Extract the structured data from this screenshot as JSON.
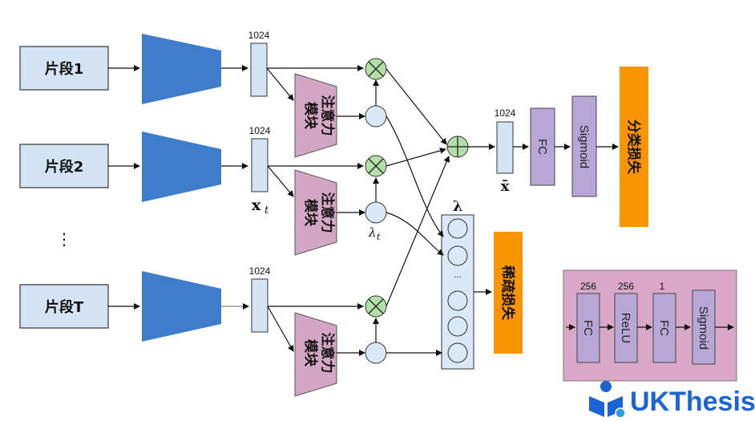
{
  "segments": [
    "片段1",
    "片段2",
    "片段T"
  ],
  "ellipsis": "⋮",
  "feature_dims": [
    "1024",
    "1024",
    "1024"
  ],
  "x_t_label": "x",
  "x_t_sub": "t",
  "attention_label_line1": "注意力",
  "attention_label_line2": "模块",
  "lambda_t_label": "λ",
  "lambda_t_sub": "t",
  "lambda_vector_label": "λ",
  "lambda_dots": "···",
  "pooled_dim": "1024",
  "pooled_label": "x̄",
  "classifier": {
    "fc": "FC",
    "sigmoid": "Sigmoid",
    "loss": "分类损失"
  },
  "sparsity_loss": "稀疏损失",
  "attention_detail": {
    "dims": [
      "256",
      "256",
      "1"
    ],
    "layers": [
      "FC",
      "ReLU",
      "FC",
      "Sigmoid"
    ]
  },
  "watermark": "UKThesis",
  "colors": {
    "segment_fill": "#d4e4f5",
    "encoder_fill": "#3d7dc9",
    "feature_fill": "#d4e4f5",
    "attention_fill": "#d3a7c4",
    "circle_fill": "#d9e9f7",
    "op_fill": "#b4dfa6",
    "fc_fill": "#b7a7d6",
    "loss_fill": "#f99500",
    "detail_bg": "#d9a8c6",
    "brand": "#1a64d6"
  }
}
